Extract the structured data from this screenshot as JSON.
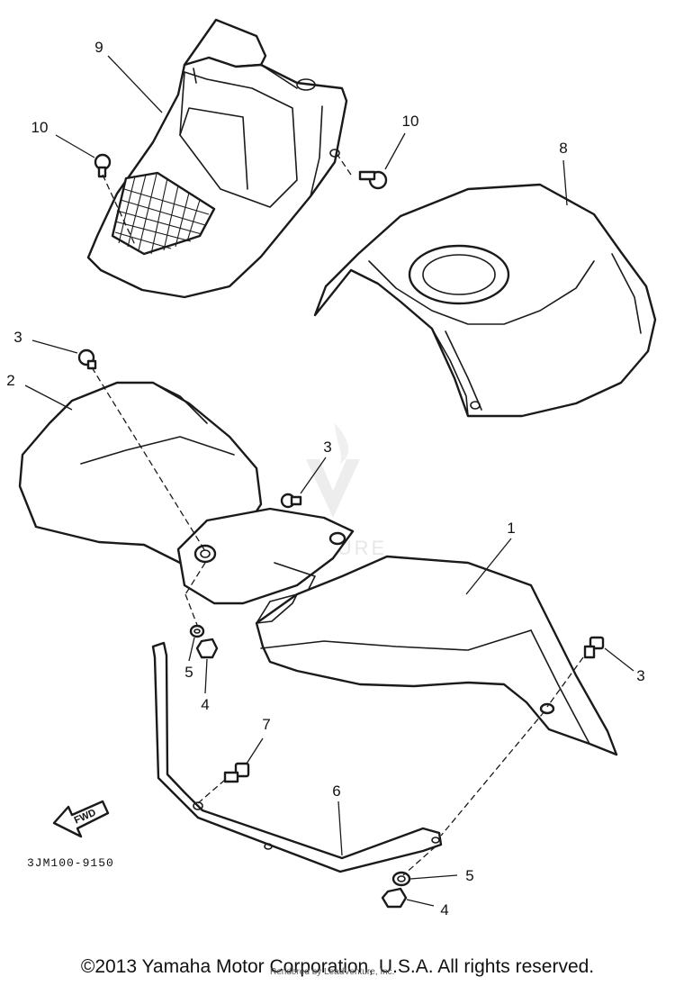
{
  "diagram": {
    "callouts": {
      "c1": "1",
      "c2": "2",
      "c3a": "3",
      "c3b": "3",
      "c3c": "3",
      "c4a": "4",
      "c4b": "4",
      "c5a": "5",
      "c5b": "5",
      "c6": "6",
      "c7": "7",
      "c8": "8",
      "c9": "9",
      "c10a": "10",
      "c10b": "10"
    },
    "fwd_label": "FWD",
    "drawing_code": "3JM100-9150",
    "watermark": "LE    VENTURE"
  },
  "footer": {
    "copyright": "©2013 Yamaha Motor Corporation, U.S.A. All rights reserved.",
    "rendered_by": "Rendered by LeadVenture, Inc."
  }
}
